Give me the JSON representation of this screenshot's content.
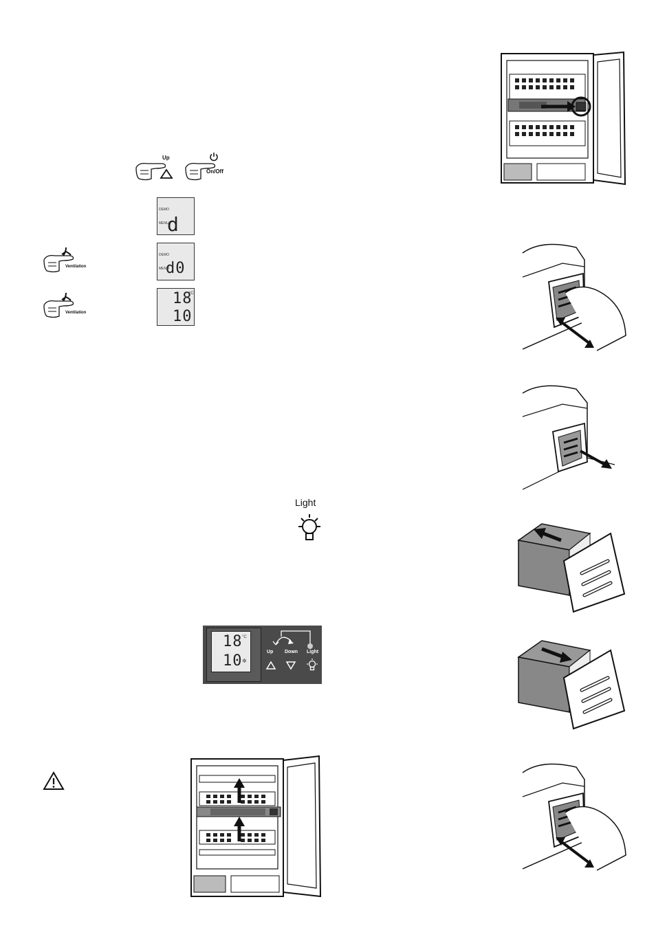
{
  "controls": {
    "up_label": "Up",
    "onoff_label": "On/Off",
    "ventilation_label": "Ventilation",
    "light_label": "Light"
  },
  "displays": {
    "demo_label": "DEMO",
    "menu_label": "MENU",
    "display1_value": "d",
    "display2_value": "d0",
    "display3_top": "18",
    "display3_bottom": "10",
    "unit": "°C"
  },
  "panel": {
    "temp_top": "18",
    "temp_bottom": "10",
    "unit": "°C",
    "up_label": "Up",
    "down_label": "Down",
    "light_label": "Light"
  },
  "icons": [
    "power-icon",
    "up-triangle-icon",
    "down-triangle-icon",
    "fan-icon",
    "light-bulb-icon",
    "warning-icon",
    "hand-press-icon",
    "arrow-icon"
  ]
}
